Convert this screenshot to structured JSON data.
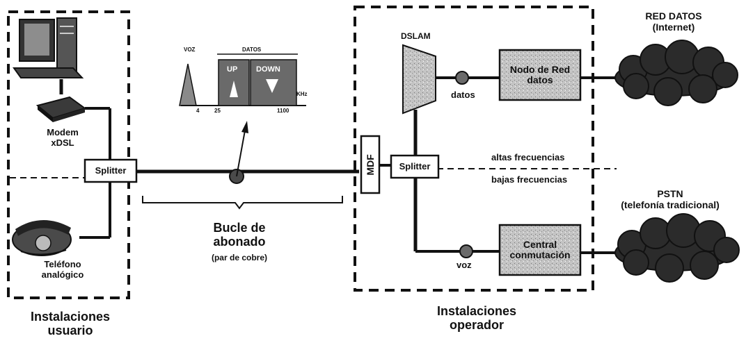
{
  "labels": {
    "red_datos": "RED DATOS",
    "internet": "(Internet)",
    "pstn": "PSTN",
    "telefonia": "(telefonía tradicional)",
    "dslam": "DSLAM",
    "nodo": "Nodo de Red datos",
    "central": "Central conmutación",
    "datos": "datos",
    "voz": "voz",
    "altas": "altas frecuencias",
    "bajas": "bajas frecuencias",
    "mdf": "MDF",
    "splitter_user": "Splitter",
    "splitter_op": "Splitter",
    "modem_line1": "Modem",
    "modem_line2": "xDSL",
    "telefono_line1": "Teléfono",
    "telefono_line2": "analógico",
    "bucle_line1": "Bucle de",
    "bucle_line2": "abonado",
    "bucle_line3": "(par de cobre)",
    "inst_usuario_line1": "Instalaciones",
    "inst_usuario_line2": "usuario",
    "inst_operador_line1": "Instalaciones",
    "inst_operador_line2": "operador"
  },
  "spectrum": {
    "voz": "VOZ",
    "datos": "DATOS",
    "up": "UP",
    "down": "DOWN",
    "khz": "KHz",
    "tick_4": "4",
    "tick_25": "25",
    "tick_1100": "1100"
  },
  "colors": {
    "line": "#111111",
    "box_fill": "#c8c8c8",
    "cloud_fill": "#2b2b2b"
  }
}
